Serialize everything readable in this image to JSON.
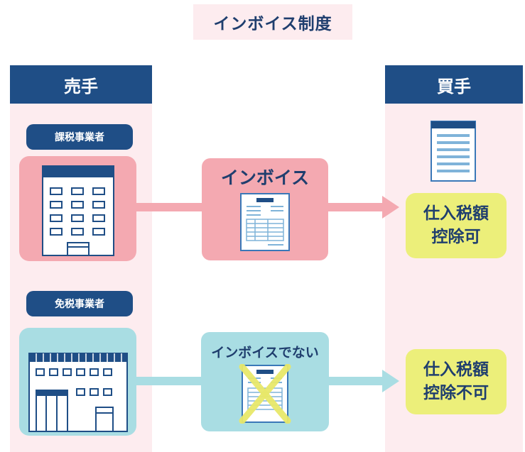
{
  "title": "インボイス制度",
  "seller": {
    "header": "売手",
    "taxable_label": "課税事業者",
    "exempt_label": "免税事業者"
  },
  "buyer": {
    "header": "買手"
  },
  "flow_top": {
    "box_label": "インボイス",
    "result_line1": "仕入税額",
    "result_line2": "控除可"
  },
  "flow_bottom": {
    "box_label": "インボイスでない",
    "result_line1": "仕入税額",
    "result_line2": "控除不可"
  },
  "colors": {
    "navy": "#1f4e86",
    "pink_light": "#fdecef",
    "pink": "#f4a9b1",
    "cyan": "#a9dde3",
    "yellow": "#ecef7a"
  },
  "icons": [
    "office-building-icon",
    "store-building-icon",
    "invoice-document-icon",
    "crossed-invoice-icon",
    "buyer-building-icon"
  ]
}
